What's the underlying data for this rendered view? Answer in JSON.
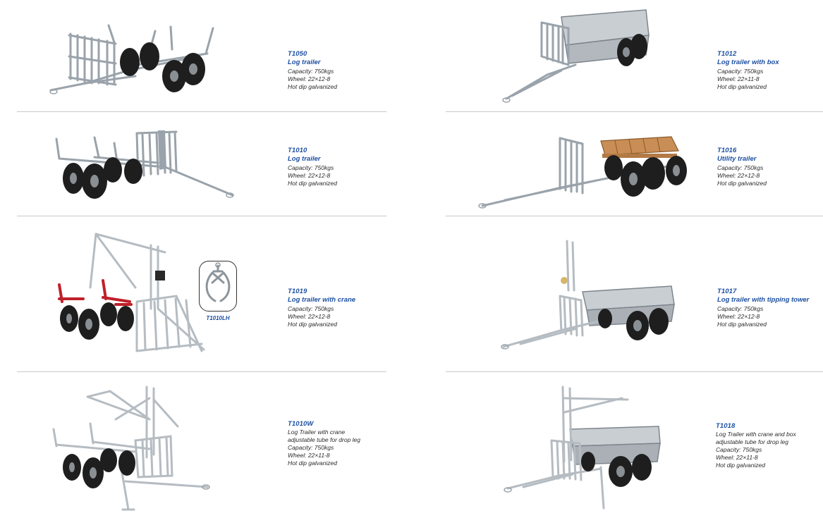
{
  "products": [
    {
      "code": "T1050",
      "title": "Log trailer",
      "lines": [
        "Capacity: 750kgs",
        "Wheel: 22×12-8",
        "Hot dip galvanized"
      ]
    },
    {
      "code": "T1012",
      "title": "Log trailer with box",
      "lines": [
        "Capacity: 750kgs",
        "Wheel: 22×11-8",
        "Hot dip galvanized"
      ]
    },
    {
      "code": "T1010",
      "title": "Log trailer",
      "lines": [
        "Capacity: 750kgs",
        "Wheel: 22×12-8",
        "Hot dip galvanized"
      ]
    },
    {
      "code": "T1016",
      "title": "Utility trailer",
      "lines": [
        "Capacity: 750kgs",
        "Wheel: 22×12-8",
        "Hot dip galvanized"
      ]
    },
    {
      "code": "T1019",
      "title": "Log trailer with crane",
      "lines": [
        "Capacity: 750kgs",
        "Wheel: 22×12-8",
        "Hot dip galvanized"
      ]
    },
    {
      "code": "T1017",
      "title": "Log trailer with tipping tower",
      "lines": [
        "Capacity: 750kgs",
        "Wheel: 22×12-8",
        "Hot dip galvanized"
      ]
    },
    {
      "code": "T1010W",
      "title": "",
      "lines": [
        "Log Trailer with crane",
        "adjustable tube for drop leg",
        "Capacity: 750kgs",
        "Wheel: 22×11-8",
        "Hot dip galvanized"
      ]
    },
    {
      "code": "T1018",
      "title": "",
      "lines": [
        "Log Trailer with crane and box",
        "adjustable tube for drop leg",
        "Capacity: 750kgs",
        "Wheel: 22×11-8",
        "Hot dip galvanized"
      ]
    }
  ],
  "accessory": {
    "code": "T1010LH"
  },
  "colors": {
    "accent": "#1c4fa1",
    "text": "#2b2b2b",
    "divider": "#c8c8c8",
    "frame": "#9aa3ab",
    "tire": "#1e1e1e",
    "red": "#c0202a",
    "wood": "#c98e55"
  }
}
